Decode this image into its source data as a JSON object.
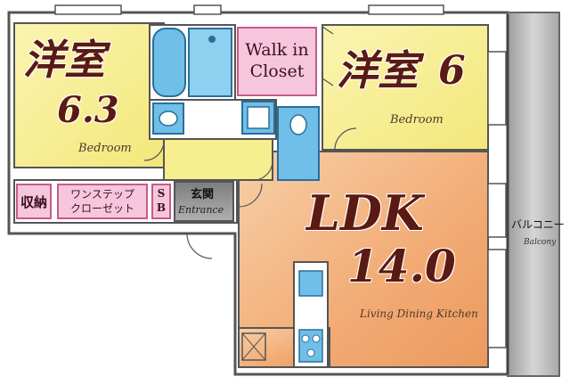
{
  "rooms": {
    "west_bedroom": {
      "name": "洋室",
      "size": "6.3",
      "caption": "Bedroom"
    },
    "east_bedroom": {
      "name": "洋室",
      "size": "6",
      "caption": "Bedroom"
    },
    "walk_in_closet": {
      "line1": "Walk in",
      "line2": "Closet"
    },
    "storage": {
      "label": "収納"
    },
    "one_step_closet": {
      "line1": "ワンステップ",
      "line2": "クローゼット"
    },
    "shoe_box": {
      "line1": "S",
      "line2": "B"
    },
    "entrance": {
      "label": "玄関",
      "caption": "Entrance"
    },
    "ldk": {
      "name": "LDK",
      "size": "14.0",
      "caption": "Living Dining Kitchen"
    },
    "balcony": {
      "label": "バルコニー",
      "caption": "Balcony"
    }
  },
  "colors": {
    "bedroom_fill": "#f7ee8f",
    "ldk_fill": "#f0a56c",
    "wet_area_fill": "#6fbfe8",
    "closet_fill": "#f6c7dc",
    "entrance_fill": "#9a9a9a",
    "balcony_fill": "#b9b9b9",
    "wall": "#555555"
  }
}
